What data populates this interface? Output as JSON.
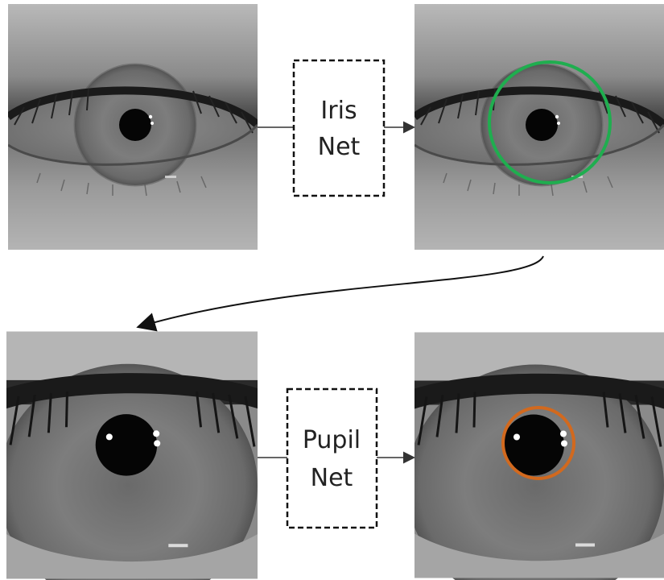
{
  "diagram": {
    "stage1": {
      "block_label_line1": "Iris",
      "block_label_line2": "Net",
      "detected_circle_color": "#1fae4f"
    },
    "stage2": {
      "block_label_line1": "Pupil",
      "block_label_line2": "Net",
      "detected_circle_color": "#d2691e"
    },
    "colors": {
      "arrow": "#333333",
      "box_border": "#111111"
    }
  }
}
